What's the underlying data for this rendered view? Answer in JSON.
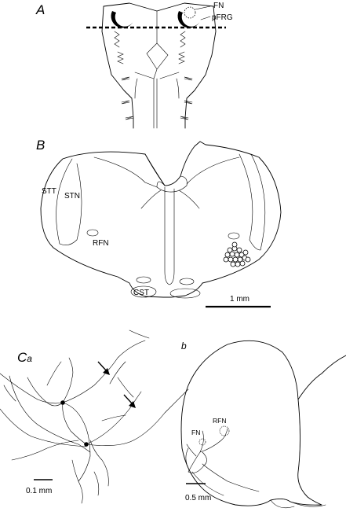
{
  "panel_a": {
    "letter": "A",
    "fn_label": "FN",
    "pfrg_label": "pFRG"
  },
  "panel_b": {
    "letter": "B",
    "stt_label": "STT",
    "stn_label": "STN",
    "rfn_label": "RFN",
    "cst_label": "CST",
    "scale_label": "1 mm"
  },
  "panel_c": {
    "letter_a": "C",
    "sub_a": "a",
    "scale_a": "0.1 mm",
    "letter_b": "b",
    "fn_label": "FN",
    "rfn_label": "RFN",
    "scale_b": "0.5 mm"
  }
}
